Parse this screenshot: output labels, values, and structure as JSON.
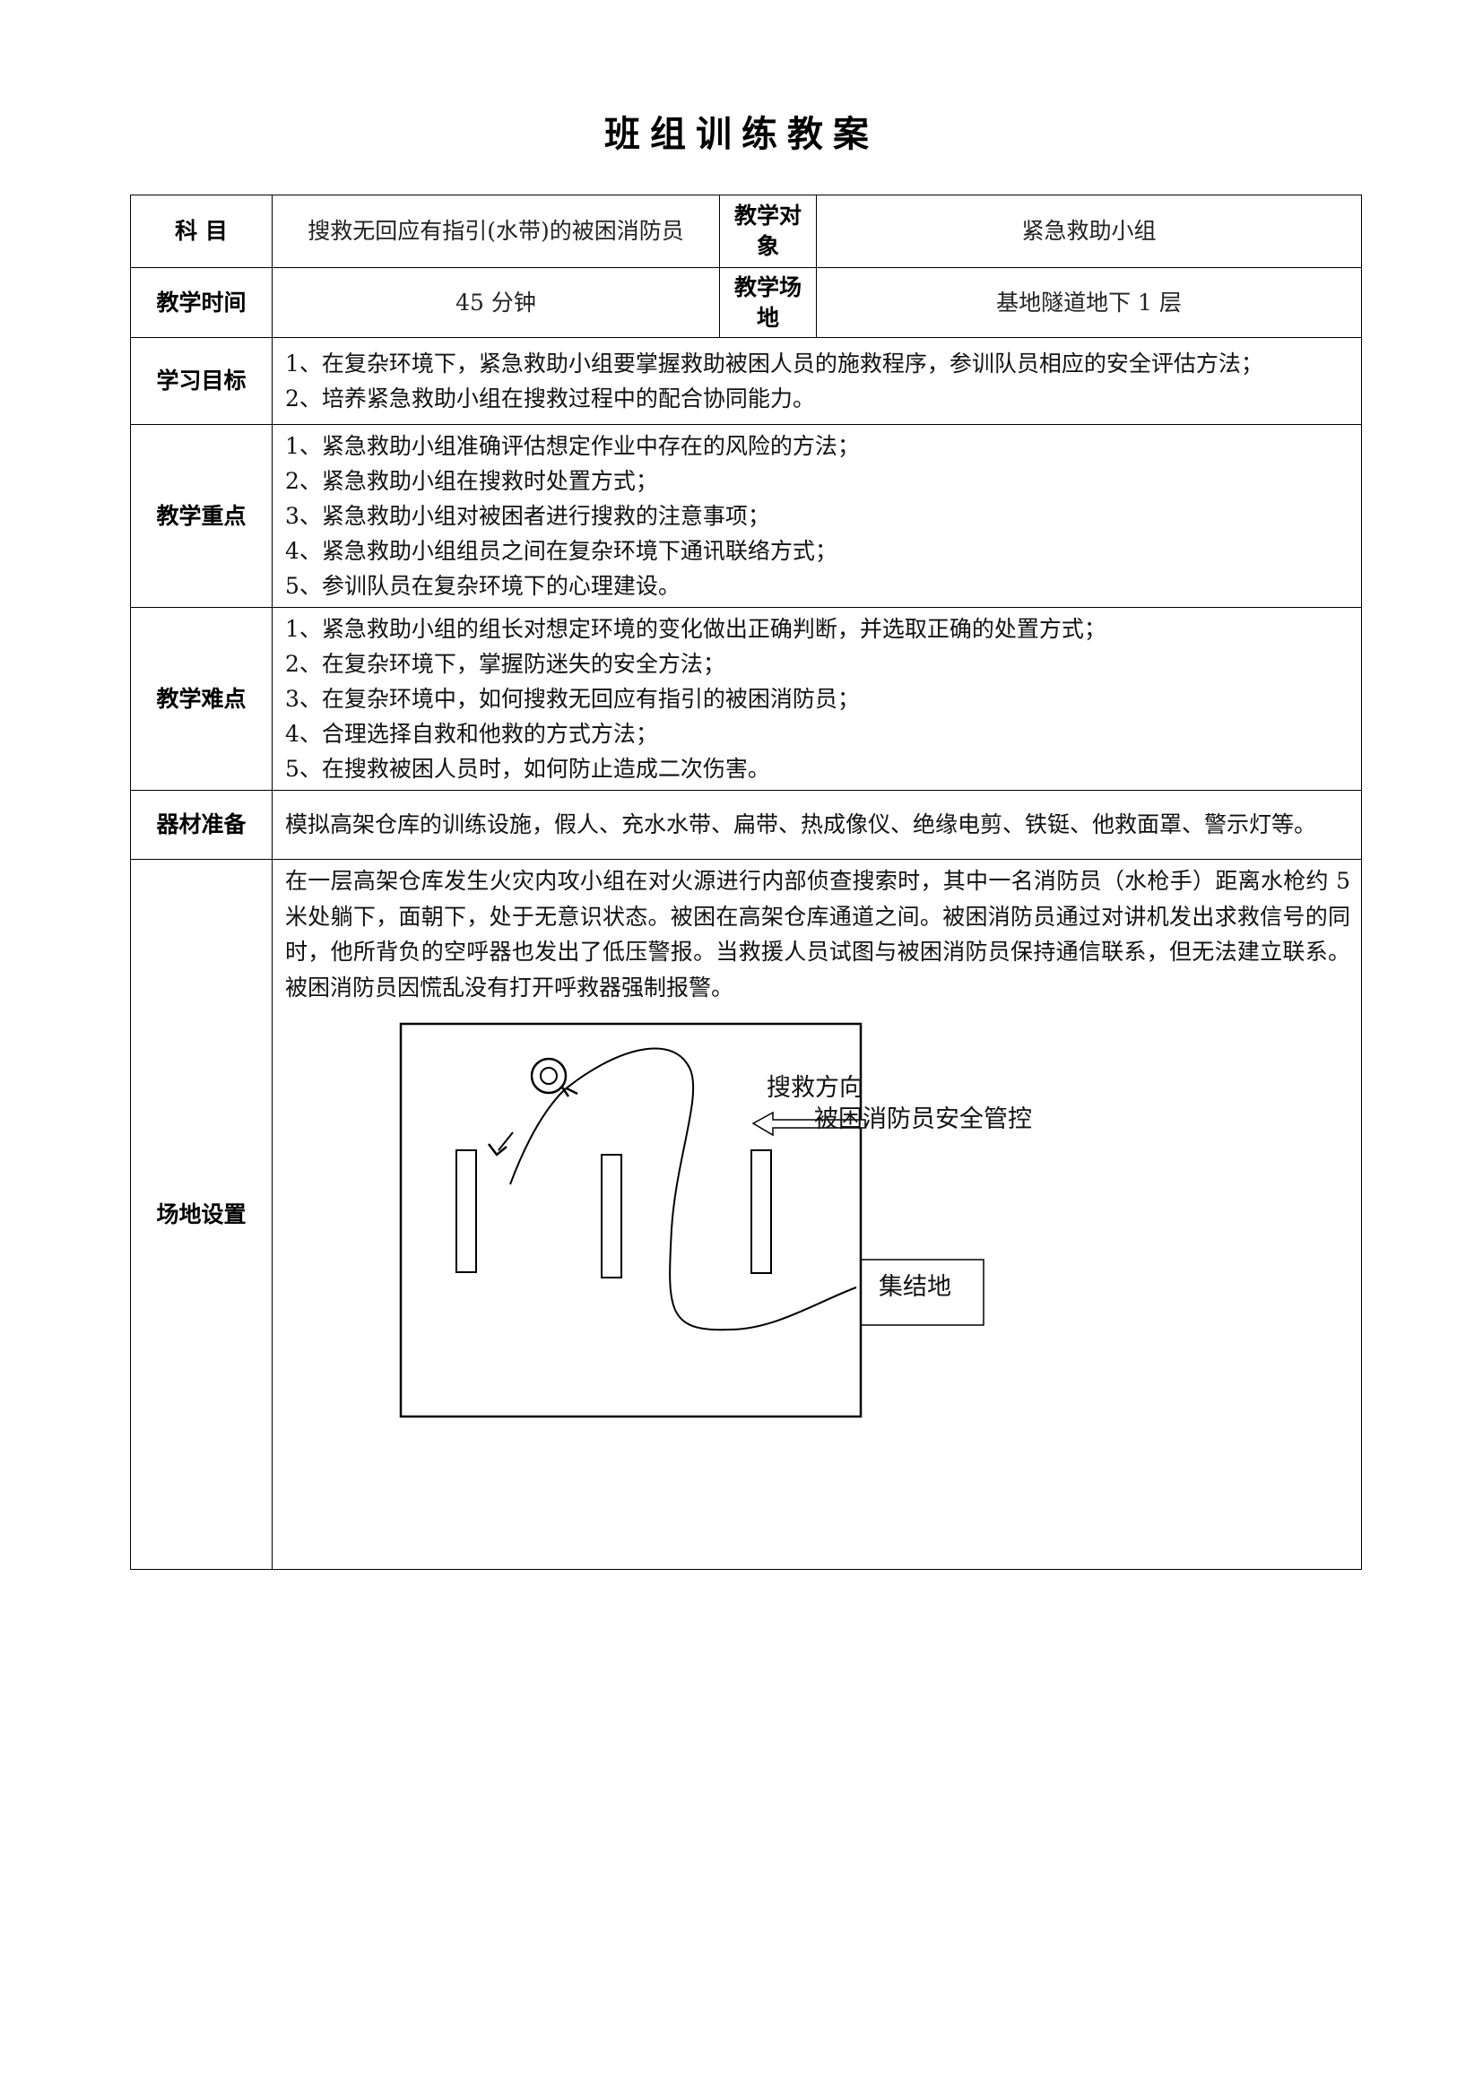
{
  "title": "班组训练教案",
  "rows": {
    "subject": {
      "label": "科 目",
      "value": "搜救无回应有指引(水带)的被困消防员",
      "target_label": "教学对象",
      "target_value": "紧急救助小组"
    },
    "time": {
      "label": "教学时间",
      "value": "45 分钟",
      "place_label": "教学场地",
      "place_value": "基地隧道地下 1 层"
    },
    "objectives": {
      "label": "学习目标",
      "items": [
        "1、在复杂环境下，紧急救助小组要掌握救助被困人员的施救程序，参训队员相应的安全评估方法；",
        "2、培养紧急救助小组在搜救过程中的配合协同能力。"
      ]
    },
    "key_points": {
      "label": "教学重点",
      "items": [
        "1、紧急救助小组准确评估想定作业中存在的风险的方法；",
        "2、紧急救助小组在搜救时处置方式；",
        "3、紧急救助小组对被困者进行搜救的注意事项；",
        "4、紧急救助小组组员之间在复杂环境下通讯联络方式；",
        "5、参训队员在复杂环境下的心理建设。"
      ]
    },
    "difficulties": {
      "label": "教学难点",
      "items": [
        "1、紧急救助小组的组长对想定环境的变化做出正确判断，并选取正确的处置方式；",
        "2、在复杂环境下，掌握防迷失的安全方法；",
        "3、在复杂环境中，如何搜救无回应有指引的被困消防员；",
        "4、合理选择自救和他救的方式方法；",
        "5、在搜救被困人员时，如何防止造成二次伤害。"
      ]
    },
    "equipment": {
      "label": "器材准备",
      "text": "模拟高架仓库的训练设施，假人、充水水带、扁带、热成像仪、绝缘电剪、铁铤、他救面罩、警示灯等。"
    },
    "site": {
      "label": "场地设置",
      "text": "在一层高架仓库发生火灾内攻小组在对火源进行内部侦查搜索时，其中一名消防员（水枪手）距离水枪约 5 米处躺下，面朝下，处于无意识状态。被困在高架仓库通道之间。被困消防员通过对讲机发出求救信号的同时，他所背负的空呼器也发出了低压警报。当救援人员试图与被困消防员保持通信联系，但无法建立联系。被困消防员因慌乱没有打开呼救器强制报警。",
      "diagram": {
        "search_direction": "搜救方向",
        "trapped_label": "被困消防员",
        "safety_label": "安全管控",
        "assembly_label": "集结地"
      }
    }
  }
}
